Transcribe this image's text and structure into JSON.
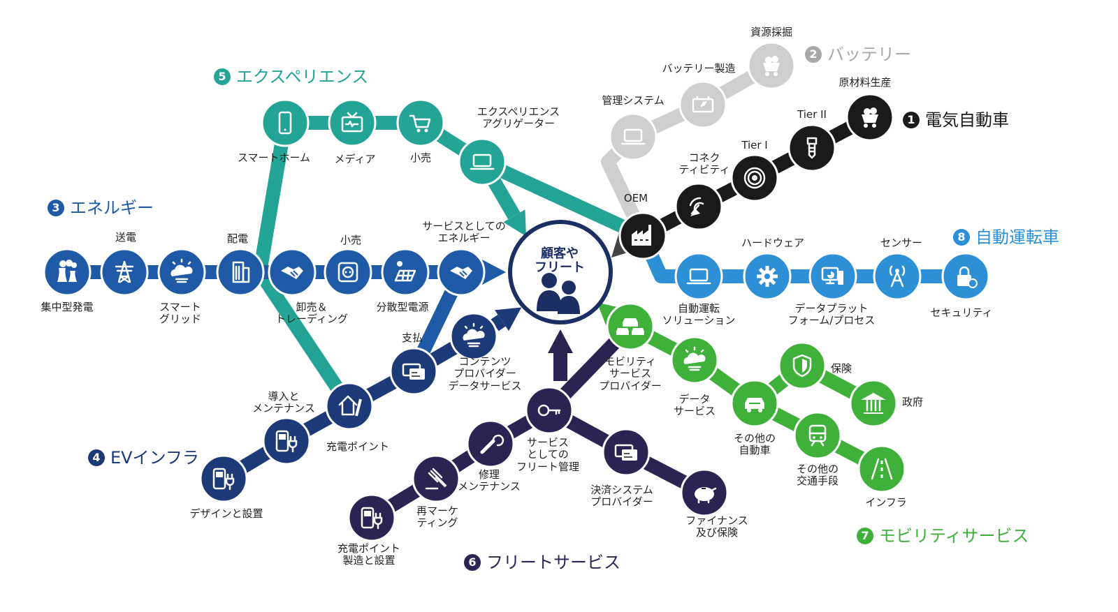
{
  "colors": {
    "battery": "#cfcfcf",
    "ev": "#1a1a1a",
    "experience": "#23a497",
    "energy": "#1f5aa6",
    "ev_infra": "#1c3a78",
    "fleet": "#2b2452",
    "mobility": "#3fb13a",
    "autonomous": "#2d8fd6",
    "hub": "#1c2f63"
  },
  "hub": {
    "label": "顧客や\nフリート"
  },
  "lines": [
    {
      "id": "battery",
      "title": "バッテリー",
      "num": "2"
    },
    {
      "id": "ev",
      "title": "電気自動車",
      "num": "1"
    },
    {
      "id": "experience",
      "title": "エクスペリエンス",
      "num": "5"
    },
    {
      "id": "energy",
      "title": "エネルギー",
      "num": "3"
    },
    {
      "id": "ev_infra",
      "title": "EVインフラ",
      "num": "4"
    },
    {
      "id": "fleet",
      "title": "フリートサービス",
      "num": "6"
    },
    {
      "id": "mobility",
      "title": "モビリティサービス",
      "num": "7"
    },
    {
      "id": "autonomous",
      "title": "自動運転車",
      "num": "8"
    }
  ],
  "stations": [
    {
      "id": "shigen",
      "label": "資源採掘",
      "icon": "mine-cart-icon",
      "line": "battery"
    },
    {
      "id": "battery_mfg",
      "label": "バッテリー製造",
      "icon": "battery-icon",
      "line": "battery"
    },
    {
      "id": "kanri",
      "label": "管理システム",
      "icon": "laptop-icon",
      "line": "battery"
    },
    {
      "id": "genzairyo",
      "label": "原材料生産",
      "icon": "mine-cart-icon",
      "line": "ev"
    },
    {
      "id": "tier2",
      "label": "Tier II",
      "icon": "bolt-icon",
      "line": "ev"
    },
    {
      "id": "tier1",
      "label": "Tier I",
      "icon": "tire-icon",
      "line": "ev"
    },
    {
      "id": "connect",
      "label": "コネク\nティビティ",
      "icon": "satellite-icon",
      "line": "ev"
    },
    {
      "id": "oem",
      "label": "OEM",
      "icon": "factory-icon",
      "line": "ev"
    },
    {
      "id": "smarthome",
      "label": "スマートホーム",
      "icon": "phone-icon",
      "line": "experience"
    },
    {
      "id": "media",
      "label": "メディア",
      "icon": "tv-icon",
      "line": "experience"
    },
    {
      "id": "kouri_exp",
      "label": "小売",
      "icon": "cart-icon",
      "line": "experience"
    },
    {
      "id": "aggregator",
      "label": "エクスペリエンス\nアグリゲーター",
      "icon": "laptop-icon",
      "line": "experience"
    },
    {
      "id": "shuchu",
      "label": "集中型発電",
      "icon": "power-plant-icon",
      "line": "energy"
    },
    {
      "id": "soden",
      "label": "送電",
      "icon": "tower-icon",
      "line": "energy"
    },
    {
      "id": "smartgrid",
      "label": "スマート\nグリッド",
      "icon": "cloud-icon",
      "line": "energy"
    },
    {
      "id": "haiden",
      "label": "配電",
      "icon": "building-icon",
      "line": "energy"
    },
    {
      "id": "oroshi",
      "label": "卸売＆\nトレーディング",
      "icon": "handshake-icon",
      "line": "energy"
    },
    {
      "id": "kouri_en",
      "label": "小売",
      "icon": "outlet-icon",
      "line": "energy"
    },
    {
      "id": "bunsan",
      "label": "分散型電源",
      "icon": "solar-icon",
      "line": "energy"
    },
    {
      "id": "service_energy",
      "label": "サービスとしての\nエネルギー",
      "icon": "handshake-icon",
      "line": "energy"
    },
    {
      "id": "design",
      "label": "デザインと設置",
      "icon": "charger-icon",
      "line": "ev_infra"
    },
    {
      "id": "maintenance",
      "label": "導入と\nメンテナンス",
      "icon": "charger-icon",
      "line": "ev_infra"
    },
    {
      "id": "charge_point",
      "label": "充電ポイント",
      "icon": "home-charge-icon",
      "line": "ev_infra"
    },
    {
      "id": "payment",
      "label": "支払",
      "icon": "card-icon",
      "line": "ev_infra"
    },
    {
      "id": "content",
      "label": "コンテンツ\nプロバイダー\nデータサービス",
      "icon": "cloud-icon",
      "line": "ev_infra"
    },
    {
      "id": "charge_mfg",
      "label": "充電ポイント\n製造と設置",
      "icon": "charger-icon",
      "line": "fleet"
    },
    {
      "id": "remarketing",
      "label": "再マーケ\nティング",
      "icon": "gavel-icon",
      "line": "fleet"
    },
    {
      "id": "repair",
      "label": "修理\nメンテナンス",
      "icon": "wrench-icon",
      "line": "fleet"
    },
    {
      "id": "fleet_mgmt",
      "label": "サービス\nとしての\nフリート管理",
      "icon": "key-icon",
      "line": "fleet"
    },
    {
      "id": "payment_sys",
      "label": "決済システム\nプロバイダー",
      "icon": "card-icon",
      "line": "fleet"
    },
    {
      "id": "finance",
      "label": "ファイナンス\n及び保険",
      "icon": "piggy-bank-icon",
      "line": "fleet"
    },
    {
      "id": "mobility_provider",
      "label": "モビリティ\nサービス\nプロバイダー",
      "icon": "cars-icon",
      "line": "mobility"
    },
    {
      "id": "data_service",
      "label": "データ\nサービス",
      "icon": "cloud-icon",
      "line": "mobility"
    },
    {
      "id": "other_cars",
      "label": "その他の\n自動車",
      "icon": "car-icon",
      "line": "mobility"
    },
    {
      "id": "insurance",
      "label": "保険",
      "icon": "shield-icon",
      "line": "mobility"
    },
    {
      "id": "government",
      "label": "政府",
      "icon": "government-icon",
      "line": "mobility"
    },
    {
      "id": "other_transport",
      "label": "その他の\n交通手段",
      "icon": "train-icon",
      "line": "mobility"
    },
    {
      "id": "infra",
      "label": "インフラ",
      "icon": "road-icon",
      "line": "mobility"
    },
    {
      "id": "auto_solution",
      "label": "自動運転\nソリューション",
      "icon": "laptop-icon",
      "line": "autonomous"
    },
    {
      "id": "hardware",
      "label": "ハードウェア",
      "icon": "gear-icon",
      "line": "autonomous"
    },
    {
      "id": "data_platform",
      "label": "データプラット\nフォーム/プロセス",
      "icon": "monitor-icon",
      "line": "autonomous"
    },
    {
      "id": "sensor",
      "label": "センサー",
      "icon": "antenna-icon",
      "line": "autonomous"
    },
    {
      "id": "security",
      "label": "セキュリティ",
      "icon": "lock-icon",
      "line": "autonomous"
    }
  ]
}
